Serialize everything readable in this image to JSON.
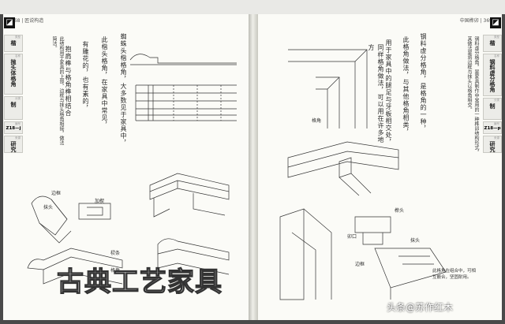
{
  "left_page": {
    "header": "368 | 匠说构造",
    "tabs": [
      {
        "label": "类型",
        "value": "楷"
      },
      {
        "label": "名称",
        "value": "抛头体格角"
      },
      {
        "label": "分类",
        "value": "制"
      },
      {
        "label": "编号",
        "value": "Z18—j"
      },
      {
        "label": "来源",
        "value": "研究"
      }
    ],
    "body_text": "此结构用于家具的上部，边框与抹头格角相接，做法简洁。",
    "handwriting": [
      "蜘蛛头楷格角，大多数见于家具中，",
      "此楷头格角，在家具中常见，",
      "有雕花的，也有素的，",
      "抱肩榫与格角榫相结合"
    ],
    "labels": [
      "边框",
      "抹头",
      "加楔",
      "棂条",
      "格角"
    ]
  },
  "right_page": {
    "header": "中国榫卯 | 369",
    "tabs": [
      {
        "label": "类型",
        "value": "楷"
      },
      {
        "label": "名称",
        "value": "钢料虚分格角"
      },
      {
        "label": "分类",
        "value": "制"
      },
      {
        "label": "编号",
        "value": "Z18—p"
      },
      {
        "label": "来源",
        "value": "研究"
      }
    ],
    "body_text": "钢料虚分格角，是家具制作中常用的一种榫卯结构形式，其做法是将边框与抹头以格角相交。",
    "handwriting": [
      "钢料虚分格角，是格角的一种，",
      "此格角做法，与其他格角相类，",
      "用于家具中的腿足与牙板相交处，",
      "同样格角做法，可以用在许多地方"
    ],
    "labels": [
      "格角",
      "榫头",
      "卯口",
      "边框",
      "抹头"
    ],
    "note": "此格角在组合中，可相互嵌合，坚固耐用。"
  },
  "watermark": "古典工艺家具",
  "credit": "头条@苏作红木"
}
